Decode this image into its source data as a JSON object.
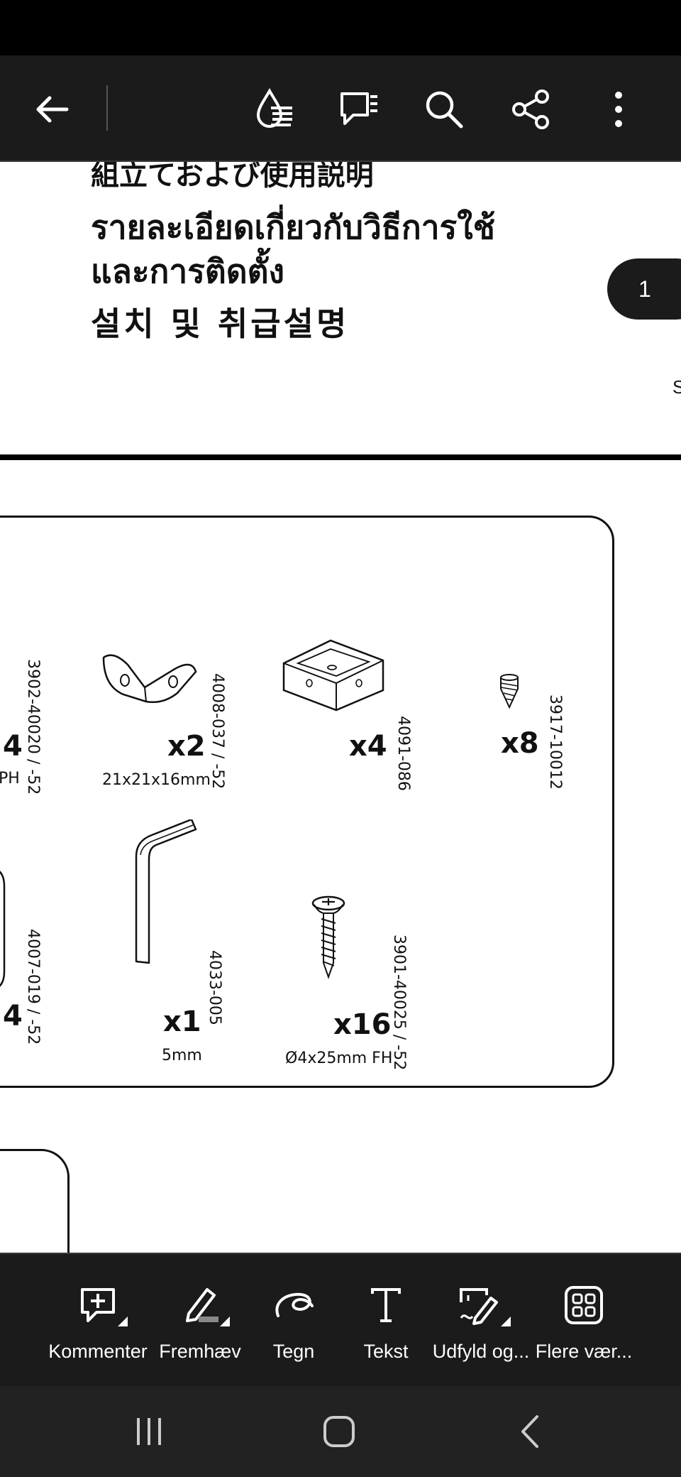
{
  "toolbar": {
    "back_icon": "arrow-left-icon",
    "actions": [
      "read-mode-icon",
      "comments-list-icon",
      "search-icon",
      "share-icon",
      "more-vertical-icon"
    ]
  },
  "document": {
    "title_lines": [
      "組立ておよび使用説明",
      "รายละเอียดเกี่ยวกับวิธีการใช้",
      "และการติดตั้ง",
      "설치 및 취급설명"
    ],
    "page_indicator": "1",
    "edge_letter": "S",
    "parts": [
      {
        "qty": "4",
        "dim": "PH",
        "code": "3902-40020 / -52"
      },
      {
        "qty": "x2",
        "dim": "21x21x16mm",
        "code": "4008-037 / -52"
      },
      {
        "qty": "x4",
        "dim": "",
        "code": "4091-086"
      },
      {
        "qty": "x8",
        "dim": "",
        "code": "3917-10012"
      },
      {
        "qty": "4",
        "dim": "",
        "code": "4007-019 / -52"
      },
      {
        "qty": "x1",
        "dim": "5mm",
        "code": "4033-005"
      },
      {
        "qty": "x16",
        "dim": "Ø4x25mm FH",
        "code": "3901-40025 / -52"
      }
    ]
  },
  "bottom_tools": [
    {
      "label": "Kommenter",
      "icon": "add-comment-icon"
    },
    {
      "label": "Fremhæv",
      "icon": "highlighter-icon"
    },
    {
      "label": "Tegn",
      "icon": "draw-icon"
    },
    {
      "label": "Tekst",
      "icon": "text-icon"
    },
    {
      "label": "Udfyld og...",
      "icon": "fill-sign-icon"
    },
    {
      "label": "Flere vær...",
      "icon": "more-tools-icon"
    }
  ],
  "nav": [
    "recent-apps-icon",
    "home-icon",
    "back-icon"
  ],
  "colors": {
    "toolbar_bg": "#1b1b1b",
    "status_bg": "#000000",
    "nav_bg": "#222222",
    "icon": "#ffffff"
  }
}
